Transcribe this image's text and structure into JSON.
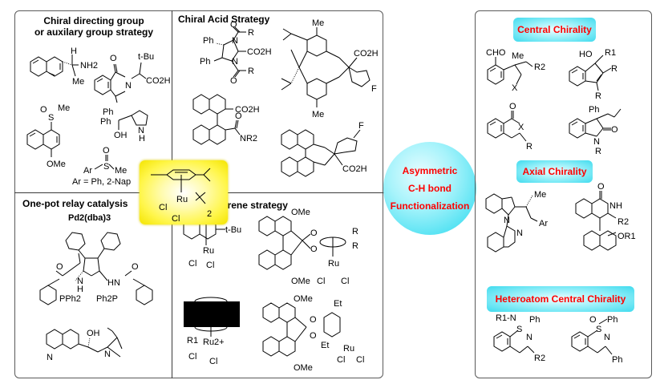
{
  "center": {
    "line1": "Asymmetric",
    "line2": "C-H bond",
    "line3": "Functionalization",
    "sphere_color": "#4fe1f2",
    "text_color": "#ff0000"
  },
  "sections": {
    "directing": {
      "title_line1": "Chiral directing group",
      "title_line2": "or auxilary group strategy",
      "labels": {
        "h": "H",
        "nh2": "NH2",
        "me": "Me",
        "tbu": "t-Bu",
        "co2h": "CO2H",
        "n": "N",
        "o": "O",
        "s_me": "Me",
        "s": "S",
        "ph": "Ph",
        "oh": "OH",
        "nh": "N",
        "h2": "H",
        "ome": "OMe",
        "ar": "Ar",
        "ar_def": "Ar = Ph, 2-Nap"
      }
    },
    "acid": {
      "title": "Chiral Acid Strategy",
      "labels": {
        "r": "R",
        "ph": "Ph",
        "n": "N",
        "co2h": "CO2H",
        "me": "Me",
        "f": "F",
        "nr2": "NR2",
        "o": "O"
      }
    },
    "relay": {
      "title": "One-pot relay catalysis",
      "pd": "Pd2(dba)3",
      "labels": {
        "o": "O",
        "nh": "N",
        "h": "H",
        "hn": "HN",
        "pph2": "PPh2",
        "ph2p": "Ph2P",
        "oh": "OH",
        "n": "N"
      }
    },
    "arene": {
      "title": "Chiral Arene strategy",
      "labels": {
        "tbu": "t-Bu",
        "ru": "Ru",
        "cl": "Cl",
        "ome": "OMe",
        "o": "O",
        "r": "R",
        "r1": "R1",
        "ru2": "Ru2+",
        "et": "Et",
        "two": "2"
      }
    },
    "catalyst": {
      "ru": "Ru",
      "cl1": "Cl",
      "cl2": "Cl",
      "sub": "2",
      "box_color": "#fff64a"
    }
  },
  "right_panel": {
    "tags": [
      "Central Chirality",
      "Axial Chirality",
      "Heteroatom Central Chirality"
    ],
    "central": {
      "cho": "CHO",
      "me": "Me",
      "r2": "R2",
      "x": "X",
      "ho": "HO",
      "r1": "R1",
      "r": "R",
      "o": "O",
      "ph": "Ph",
      "n": "N"
    },
    "axial": {
      "me": "Me",
      "ar": "Ar",
      "n": "N",
      "o": "O",
      "nh": "NH",
      "r2": "R2",
      "or1": "OR1"
    },
    "hetero": {
      "r1n": "R1-N",
      "ph": "Ph",
      "s": "S",
      "n": "N",
      "r2": "R2",
      "o": "O"
    }
  }
}
